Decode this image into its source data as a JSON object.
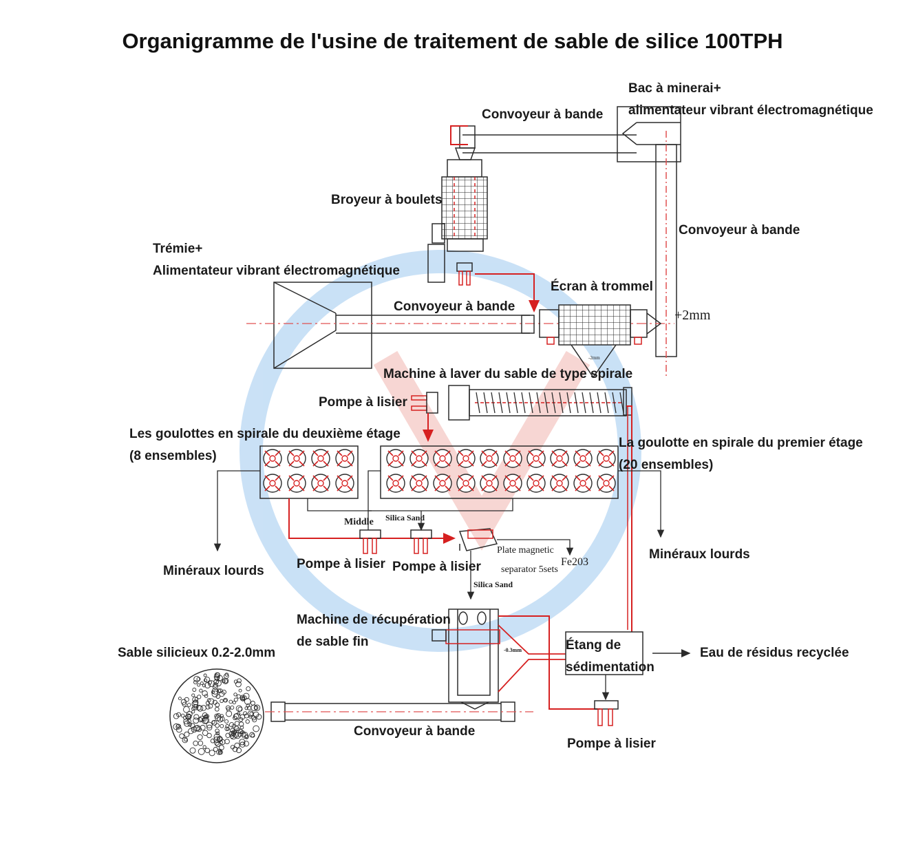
{
  "title": "Organigramme de l'usine de traitement de sable de silice 100TPH",
  "labels": {
    "ore_bin_line1": "Bac à minerai+",
    "ore_bin_line2": "alimentateur vibrant électromagnétique",
    "belt_top": "Convoyeur à bande",
    "belt_right": "Convoyeur à bande",
    "ball_mill": "Broyeur à boulets",
    "hopper_line1": "Trémie+",
    "hopper_line2": "Alimentateur vibrant électromagnétique",
    "belt_middle": "Convoyeur à bande",
    "trommel": "Écran à trommel",
    "oversize": "+2mm",
    "undersize_tag": "-2mm",
    "spiral_washer": "Machine à laver du sable de type spirale",
    "slurry_pump_top": "Pompe à lisier",
    "second_stage_line1": "Les goulottes en spirale du deuxième étage",
    "second_stage_line2": "(8 ensembles)",
    "first_stage_line1": "La goulotte en spirale du premier étage",
    "first_stage_line2": "(20 ensembles)",
    "middle": "Middle",
    "silica_sand_1": "Silica Sand",
    "heavy_left": "Minéraux lourds",
    "heavy_right": "Minéraux lourds",
    "pump_a": "Pompe à lisier",
    "pump_b": "Pompe à lisier",
    "plate_mag_line1": "Plate magnetic",
    "plate_mag_line2": "separator 5sets",
    "fe2o3": "Fe203",
    "silica_sand_2": "Silica Sand",
    "recovery_line1": "Machine de récupération",
    "recovery_line2": "de sable fin",
    "minus_tag": "-0.3mm",
    "settling_line1": "Étang de",
    "settling_line2": "sédimentation",
    "recycled_water": "Eau de résidus recyclée",
    "silica_product": "Sable silicieux 0.2-2.0mm",
    "belt_bottom": "Convoyeur à bande",
    "pump_bottom": "Pompe à lisier"
  },
  "colors": {
    "line": "#2b2b2b",
    "flow_red": "#d62020",
    "center_dash": "#e05050",
    "watermark_blue": "#9ec9ef",
    "watermark_red": "#f2b6b0"
  },
  "spiral_units": {
    "second_stage_count": 8,
    "first_stage_count": 20
  }
}
